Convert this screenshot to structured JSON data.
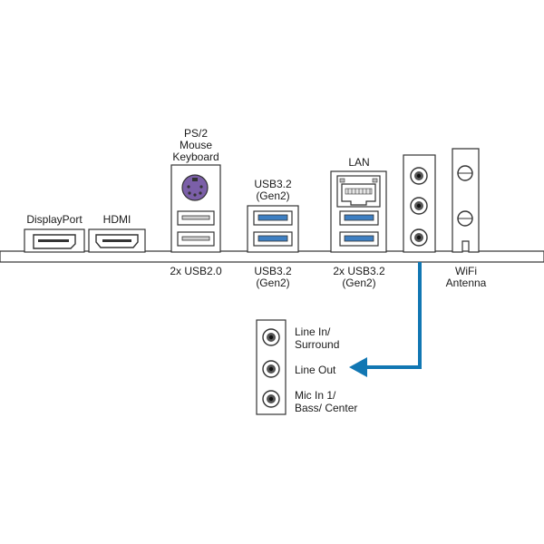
{
  "labels": {
    "displayport": "DisplayPort",
    "hdmi": "HDMI",
    "ps2_line1": "PS/2",
    "ps2_line2": "Mouse",
    "ps2_line3": "Keyboard",
    "usb32_top_line1": "USB3.2",
    "usb32_top_line2": "(Gen2)",
    "lan": "LAN",
    "usb20_bottom": "2x USB2.0",
    "usb32_bottom_line1": "USB3.2",
    "usb32_bottom_line2": "(Gen2)",
    "usb32x2_bottom_line1": "2x USB3.2",
    "usb32x2_bottom_line2": "(Gen2)",
    "wifi_line1": "WiFi",
    "wifi_line2": "Antenna"
  },
  "audio": {
    "jack1_line1": "Line In/",
    "jack1_line2": "Surround",
    "jack2": "Line Out",
    "jack3_line1": "Mic In 1/",
    "jack3_line2": "Bass/ Center"
  },
  "colors": {
    "usb3": "#3e7fc2",
    "ps2": "#7b5fa8",
    "arrow": "#1177b3",
    "outline": "#333333"
  }
}
